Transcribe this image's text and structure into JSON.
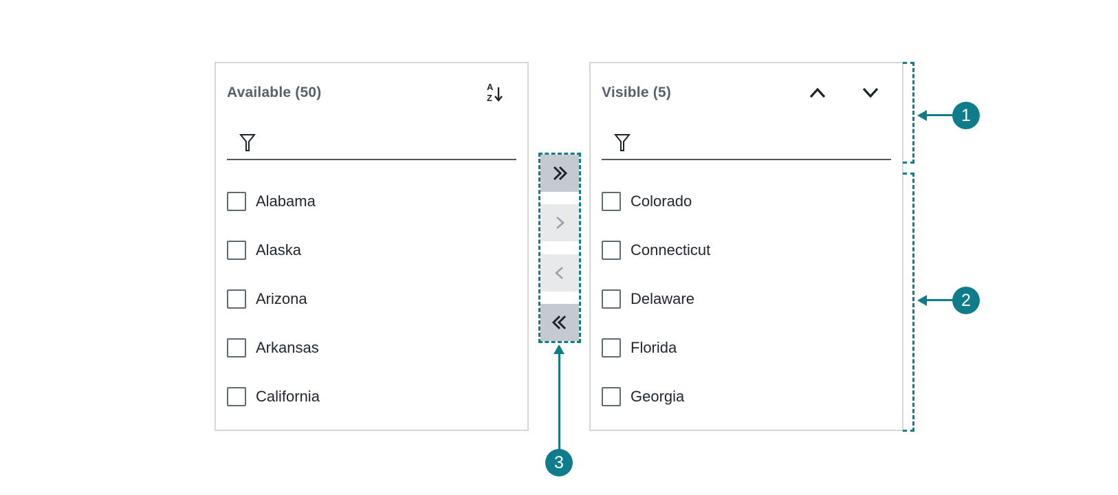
{
  "colors": {
    "accent_teal": "#0f7c8c",
    "panel_border": "#d5d8da",
    "title_text": "#57616b",
    "item_text": "#21272e",
    "checkbox_border": "#5f6a73",
    "filter_underline": "#50575d",
    "button_strong_bg": "#c5cad0",
    "button_muted_bg": "#e7e9eb",
    "icon_dark": "#1c242b",
    "icon_muted": "#9aa1a8"
  },
  "available_panel": {
    "title": "Available (50)",
    "sort_icon": "sort-az-descending-icon",
    "filter_icon": "filter-funnel-icon",
    "filter_value": "",
    "items": [
      "Alabama",
      "Alaska",
      "Arizona",
      "Arkansas",
      "California"
    ]
  },
  "visible_panel": {
    "title": "Visible (5)",
    "move_up_icon": "chevron-up-icon",
    "move_down_icon": "chevron-down-icon",
    "filter_icon": "filter-funnel-icon",
    "filter_value": "",
    "items": [
      "Colorado",
      "Connecticut",
      "Delaware",
      "Florida",
      "Georgia"
    ]
  },
  "transfer_buttons": [
    {
      "name": "move-all-right-button",
      "icon": "double-chevron-right-icon",
      "emphasis": "strong"
    },
    {
      "name": "move-right-button",
      "icon": "chevron-right-icon",
      "emphasis": "muted"
    },
    {
      "name": "move-left-button",
      "icon": "chevron-left-icon",
      "emphasis": "muted"
    },
    {
      "name": "move-all-left-button",
      "icon": "double-chevron-left-icon",
      "emphasis": "strong"
    }
  ],
  "annotations": [
    {
      "number": "1"
    },
    {
      "number": "2"
    },
    {
      "number": "3"
    }
  ]
}
